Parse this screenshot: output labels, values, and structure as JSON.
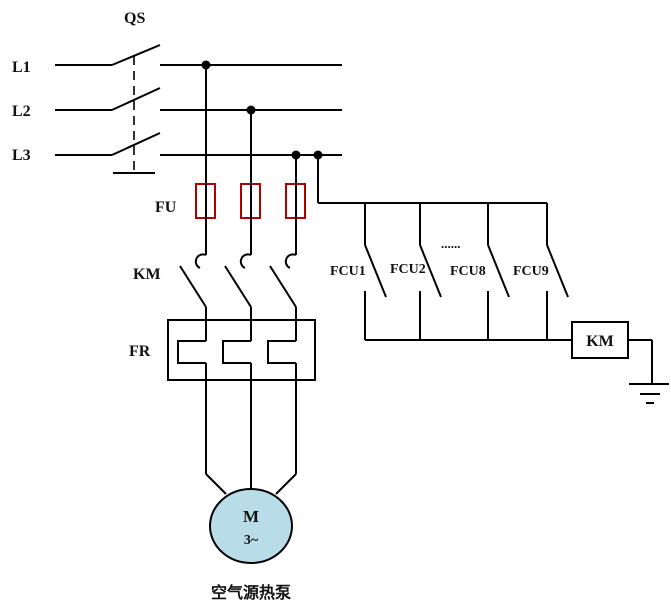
{
  "labels": {
    "qs": "QS",
    "l1": "L1",
    "l2": "L2",
    "l3": "L3",
    "fu": "FU",
    "km": "KM",
    "fr": "FR",
    "motor_m": "M",
    "motor_phase": "3~",
    "fcu1": "FCU1",
    "fcu2": "FCU2",
    "ellipsis": "......",
    "fcu8": "FCU8",
    "fcu9": "FCU9",
    "coil_km": "KM",
    "caption": "空气源热泵"
  },
  "colors": {
    "fuse_outline": "#b00000",
    "motor_fill": "#b9dde8",
    "wire": "#000000"
  }
}
